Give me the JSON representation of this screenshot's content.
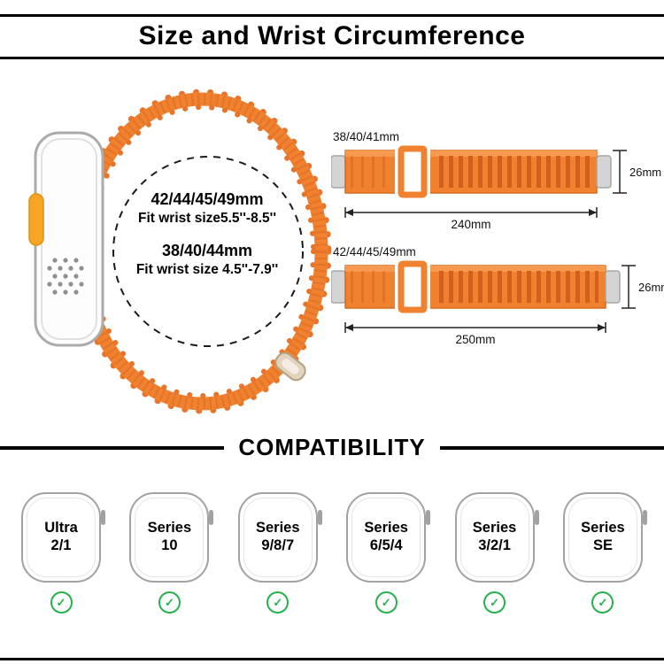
{
  "header": {
    "title": "Size and Wrist Circumference"
  },
  "size_circle": {
    "group1_size": "42/44/45/49mm",
    "group1_fit": "Fit wrist size5.5''-8.5''",
    "group2_size": "38/40/44mm",
    "group2_fit": "Fit wrist size 4.5''-7.9''"
  },
  "bands": [
    {
      "label": "38/40/41mm",
      "band_width": "26mm",
      "band_length": "240mm"
    },
    {
      "label": "42/44/45/49mm",
      "band_width": "26mm",
      "band_length": "250mm"
    }
  ],
  "compatibility": {
    "heading": "COMPATIBILITY",
    "check_mark": "✓",
    "models": [
      {
        "line1": "Ultra",
        "line2": "2/1"
      },
      {
        "line1": "Series",
        "line2": "10"
      },
      {
        "line1": "Series",
        "line2": "9/8/7"
      },
      {
        "line1": "Series",
        "line2": "6/5/4"
      },
      {
        "line1": "Series",
        "line2": "3/2/1"
      },
      {
        "line1": "Series",
        "line2": "SE"
      }
    ]
  },
  "colors": {
    "band_orange": "#F0812F",
    "band_rib": "#D45F1C",
    "check_green": "#25B14B",
    "rule_black": "#000000"
  }
}
